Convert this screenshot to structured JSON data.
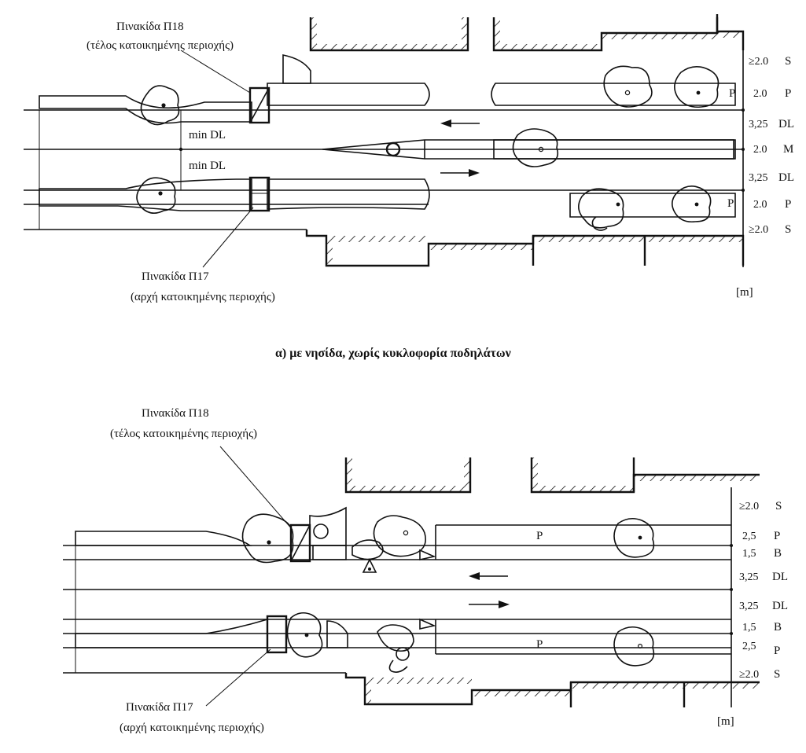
{
  "diagram_a": {
    "sign_end_label": "Πινακίδα Π18",
    "sign_end_note": "(τέλος κατοικημένης περιοχής)",
    "sign_start_label": "Πινακίδα Π17",
    "sign_start_note": "(αρχή κατοικημένης περιοχής)",
    "min_dl_upper": "min DL",
    "min_dl_lower": "min DL",
    "unit": "[m]",
    "rows": [
      {
        "value": "≥2.0",
        "code": "S"
      },
      {
        "value": "2.0",
        "code": "P"
      },
      {
        "value": "3,25",
        "code": "DL"
      },
      {
        "value": "2.0",
        "code": "M"
      },
      {
        "value": "3,25",
        "code": "DL"
      },
      {
        "value": "2.0",
        "code": "P"
      },
      {
        "value": "≥2.0",
        "code": "S"
      }
    ],
    "parking_marks": [
      "P",
      "P"
    ],
    "caption": "α) με νησίδα, χωρίς κυκλοφορία ποδηλάτων"
  },
  "diagram_b": {
    "sign_end_label": "Πινακίδα Π18",
    "sign_end_note": "(τέλος κατοικημένης περιοχής)",
    "sign_start_label": "Πινακίδα Π17",
    "sign_start_note": "(αρχή κατοικημένης περιοχής)",
    "unit": "[m]",
    "rows": [
      {
        "value": "≥2.0",
        "code": "S"
      },
      {
        "value": "2,5",
        "code": "P"
      },
      {
        "value": "1,5",
        "code": "B"
      },
      {
        "value": "3,25",
        "code": "DL"
      },
      {
        "value": "3,25",
        "code": "DL"
      },
      {
        "value": "1,5",
        "code": "B"
      },
      {
        "value": "2,5",
        "code": "P"
      },
      {
        "value": "≥2.0",
        "code": "S"
      }
    ],
    "parking_marks": [
      "P",
      "P"
    ]
  }
}
